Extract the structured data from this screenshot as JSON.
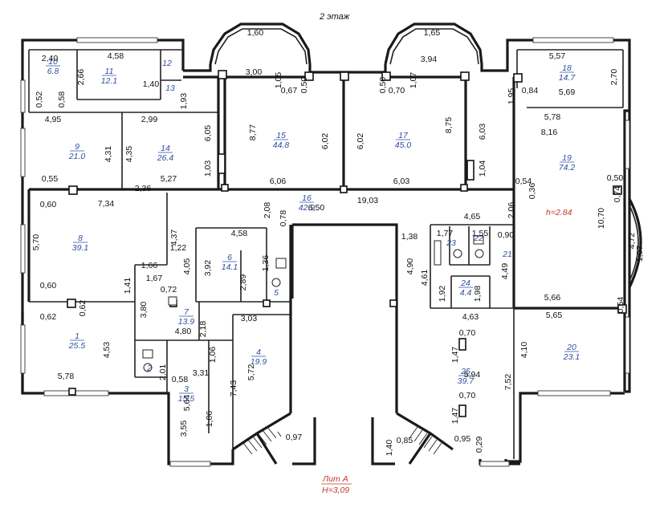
{
  "floor_title": "2 этаж",
  "lit": "Лит А",
  "ceiling": "Н=3,09",
  "room19_height": "h=2.84",
  "rooms": [
    {
      "num": "1",
      "area": "25.5"
    },
    {
      "num": "2",
      "area": ""
    },
    {
      "num": "3",
      "area": "15.5"
    },
    {
      "num": "4",
      "area": "19.9"
    },
    {
      "num": "5",
      "area": ""
    },
    {
      "num": "6",
      "area": "14.1"
    },
    {
      "num": "7",
      "area": "13.9"
    },
    {
      "num": "8",
      "area": "39.1"
    },
    {
      "num": "9",
      "area": "21.0"
    },
    {
      "num": "10",
      "area": "6.8"
    },
    {
      "num": "11",
      "area": "12.1"
    },
    {
      "num": "12",
      "area": ""
    },
    {
      "num": "13",
      "area": ""
    },
    {
      "num": "14",
      "area": "26.4"
    },
    {
      "num": "15",
      "area": "44.8"
    },
    {
      "num": "16",
      "area": "42.9"
    },
    {
      "num": "17",
      "area": "45.0"
    },
    {
      "num": "18",
      "area": "14.7"
    },
    {
      "num": "19",
      "area": "74.2"
    },
    {
      "num": "20",
      "area": "23.1"
    },
    {
      "num": "21",
      "area": ""
    },
    {
      "num": "22",
      "area": ""
    },
    {
      "num": "23",
      "area": ""
    },
    {
      "num": "24",
      "area": "4.4"
    },
    {
      "num": "25",
      "area": "39.7"
    }
  ],
  "dims": [
    "1,60",
    "1,65",
    "3,00",
    "3,94",
    "2,40",
    "4,58",
    "2,66",
    "1,40",
    "1,05",
    "0,67",
    "0,50",
    "0,50",
    "0,70",
    "1,07",
    "5,57",
    "2,70",
    "0,52",
    "0,58",
    "1,93",
    "1,95",
    "0,84",
    "5,69",
    "4,95",
    "2,99",
    "6,05",
    "8,77",
    "6,02",
    "6,02",
    "8,75",
    "6,03",
    "5,78",
    "8,16",
    "4,31",
    "4,35",
    "1,03",
    "1,04",
    "0,55",
    "5,27",
    "6,06",
    "6,03",
    "0,54",
    "0,36",
    "0,50",
    "0,74",
    "0,60",
    "2,36",
    "7,34",
    "19,03",
    "2,08",
    "0,78",
    "6,50",
    "2,06",
    "4,65",
    "10,70",
    "4,72",
    "1,07",
    "5,70",
    "4,37",
    "4,58",
    "1,38",
    "1,77",
    "1,55",
    "0,90",
    "1,22",
    "3,92",
    "4,05",
    "1,36",
    "2,89",
    "4,90",
    "4,61",
    "4,49",
    "1,66",
    "1,67",
    "1,41",
    "0,60",
    "0,72",
    "0,62",
    "1,92",
    "1,98",
    "5,66",
    "0,54",
    "0,62",
    "3,80",
    "4,80",
    "2,18",
    "3,03",
    "4,63",
    "5,65",
    "4,53",
    "1,06",
    "5,72",
    "0,70",
    "1,47",
    "5,94",
    "4,10",
    "2,01",
    "7,43",
    "0,58",
    "3,31",
    "5,78",
    "5,64",
    "0,70",
    "7,52",
    "3,55",
    "1,06",
    "1,47",
    "0,97",
    "1,40",
    "0,85",
    "0,95",
    "0,29"
  ]
}
